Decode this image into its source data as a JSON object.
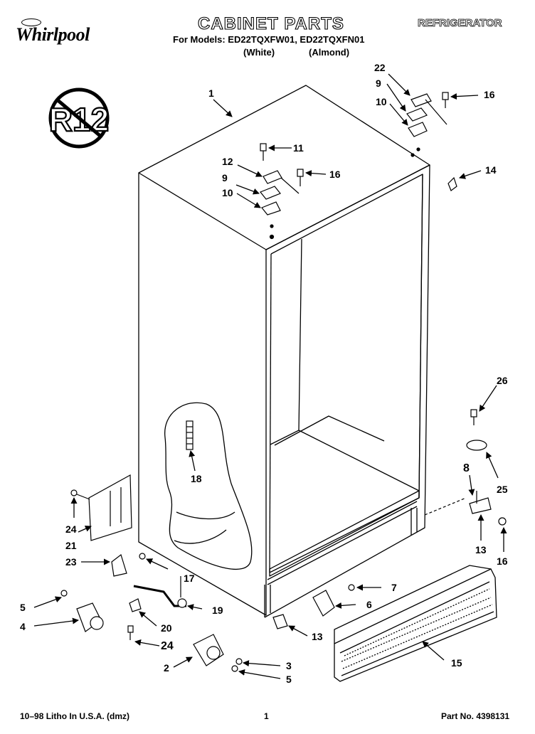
{
  "header": {
    "brand": "Whirlpool",
    "title": "CABINET PARTS",
    "category": "REFRIGERATOR",
    "models_line": "For Models: ED22TQXFW01, ED22TQXFN01",
    "variant_white": "(White)",
    "variant_almond": "(Almond)"
  },
  "badge": {
    "text": "R12",
    "meaning": "prohibited"
  },
  "callouts": [
    {
      "id": "c1",
      "label": "1"
    },
    {
      "id": "c22",
      "label": "22"
    },
    {
      "id": "c9a",
      "label": "9"
    },
    {
      "id": "c10a",
      "label": "10"
    },
    {
      "id": "c16a",
      "label": "16"
    },
    {
      "id": "c11",
      "label": "11"
    },
    {
      "id": "c12",
      "label": "12"
    },
    {
      "id": "c9b",
      "label": "9"
    },
    {
      "id": "c16b",
      "label": "16"
    },
    {
      "id": "c10b",
      "label": "10"
    },
    {
      "id": "c14",
      "label": "14"
    },
    {
      "id": "c26",
      "label": "26"
    },
    {
      "id": "c18",
      "label": "18"
    },
    {
      "id": "c8",
      "label": "8"
    },
    {
      "id": "c25",
      "label": "25"
    },
    {
      "id": "c24a",
      "label": "24"
    },
    {
      "id": "c21",
      "label": "21"
    },
    {
      "id": "c23",
      "label": "23"
    },
    {
      "id": "c17",
      "label": "17"
    },
    {
      "id": "c13a",
      "label": "13"
    },
    {
      "id": "c16c",
      "label": "16"
    },
    {
      "id": "c7",
      "label": "7"
    },
    {
      "id": "c5a",
      "label": "5"
    },
    {
      "id": "c6",
      "label": "6"
    },
    {
      "id": "c19",
      "label": "19"
    },
    {
      "id": "c4",
      "label": "4"
    },
    {
      "id": "c20",
      "label": "20"
    },
    {
      "id": "c13b",
      "label": "13"
    },
    {
      "id": "c24b",
      "label": "24"
    },
    {
      "id": "c15",
      "label": "15"
    },
    {
      "id": "c3",
      "label": "3"
    },
    {
      "id": "c2",
      "label": "2"
    },
    {
      "id": "c5b",
      "label": "5"
    }
  ],
  "footer": {
    "print_info": "10–98 Litho In U.S.A. (dmz)",
    "page": "1",
    "part_no": "Part No. 4398131"
  }
}
